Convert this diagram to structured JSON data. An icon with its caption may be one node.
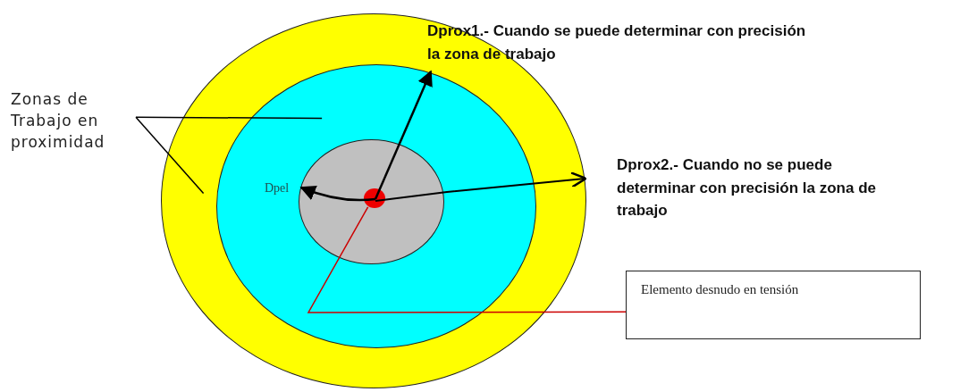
{
  "diagram": {
    "nodes": [
      {
        "text": [],
        "shape": "circle"
      },
      {
        "text": [],
        "shape": "circle",
        "in": 0
      },
      {
        "text": [],
        "shape": "circle",
        "in": 1
      },
      {
        "text": [],
        "shape": "circle",
        "in": 2
      },
      {
        "text": [
          "Zonas de Trabajo en proximidad"
        ]
      },
      {
        "text": [
          "Elemento desnudo en tensión"
        ]
      }
    ],
    "edges": [
      {
        "from": 4,
        "to": 0,
        "arrow": "none"
      },
      {
        "from": 4,
        "to": 1,
        "arrow": "none"
      },
      {
        "from": 5,
        "to": 3,
        "arrow": "none",
        "color": "#cc0000"
      }
    ],
    "labels": [
      "Dprox1.- Cuando se puede determinar con precisión la zona de trabajo",
      "Dpel",
      "Dprox2.- Cuando no se puede determinar con precisión la zona de trabajo"
    ]
  }
}
